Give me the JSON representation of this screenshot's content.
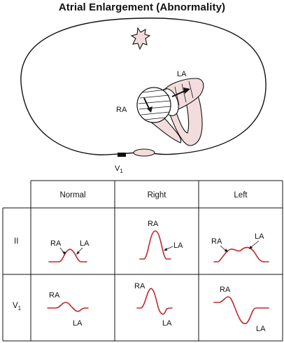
{
  "title": "Atrial Enlargement (Abnormality)",
  "anatomy": {
    "label_ra": "RA",
    "label_la": "LA",
    "label_v1_main": "V",
    "label_v1_sub": "1"
  },
  "table": {
    "columns": [
      "Normal",
      "Right",
      "Left"
    ],
    "rows": [
      {
        "lead": "II",
        "lead_sub": ""
      },
      {
        "lead": "V",
        "lead_sub": "1"
      }
    ],
    "wave_labels": {
      "II_normal": [
        "RA",
        "LA"
      ],
      "II_right": [
        "RA",
        "LA"
      ],
      "II_left": [
        "RA",
        "LA"
      ],
      "V1_normal": [
        "RA",
        "LA"
      ],
      "V1_right": [
        "RA",
        "LA"
      ],
      "V1_left": [
        "RA",
        "LA"
      ]
    }
  },
  "colors": {
    "wave": "#c0282d",
    "tissue_fill": "#f3dcdc",
    "line": "#111111"
  }
}
